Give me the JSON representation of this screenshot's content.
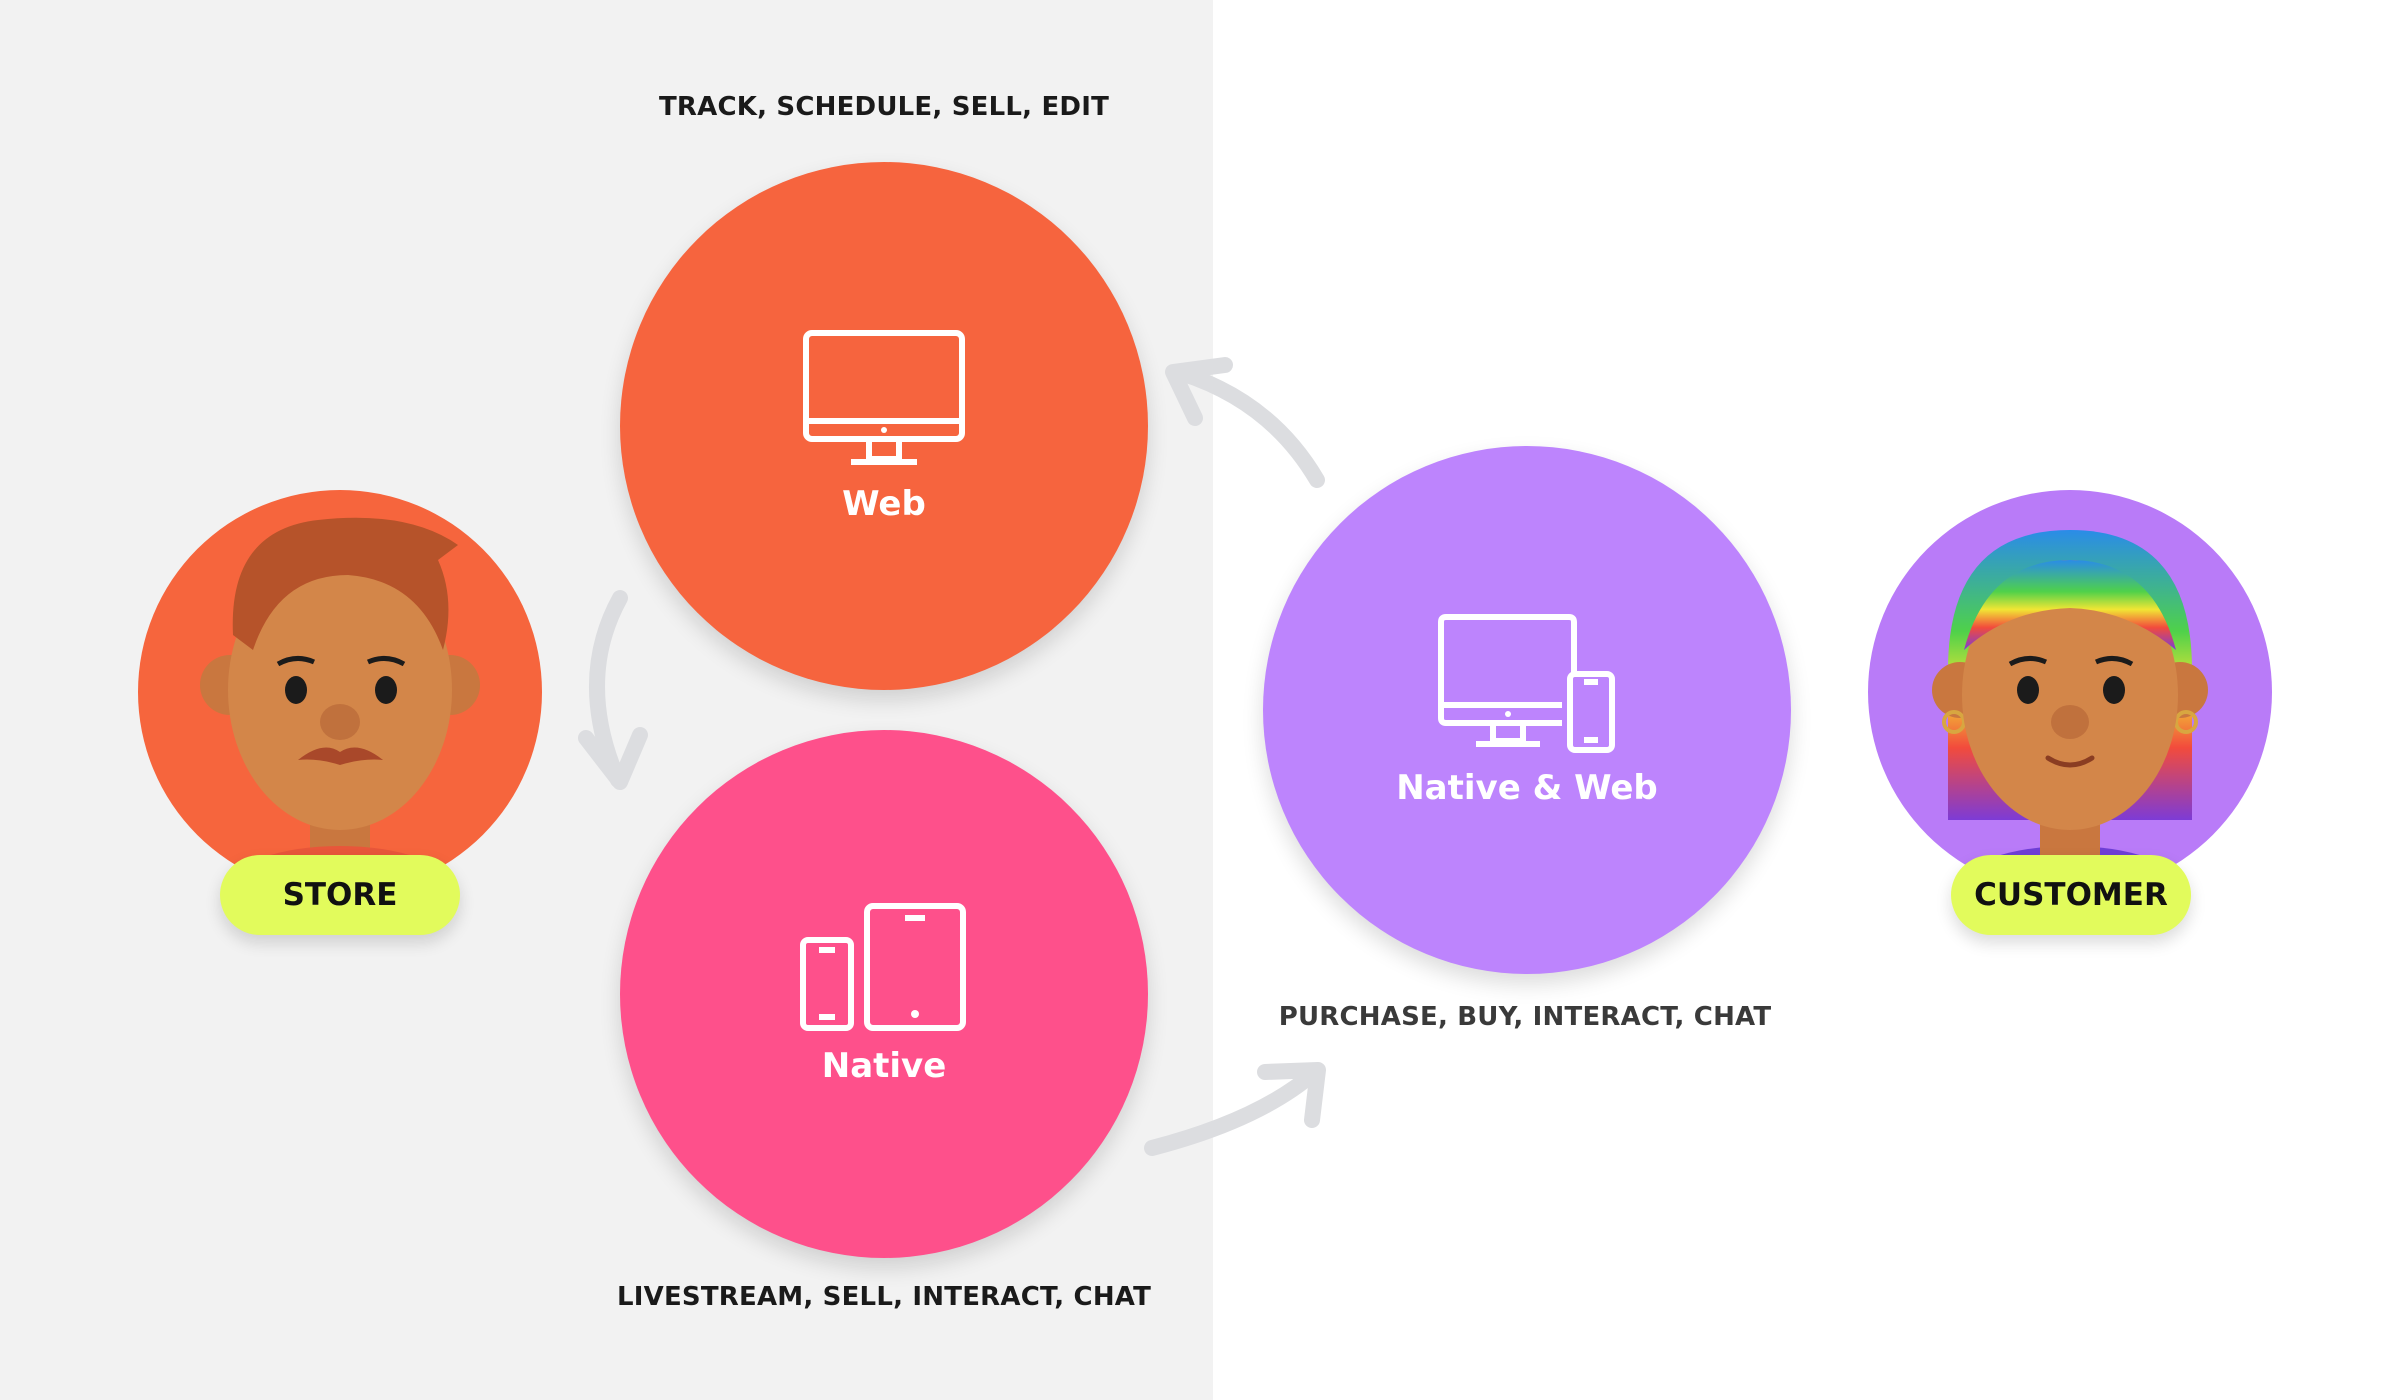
{
  "roles": {
    "store": {
      "label": "STORE",
      "avatar_icon": "man-avatar-icon",
      "color": "#f6653d"
    },
    "customer": {
      "label": "CUSTOMER",
      "avatar_icon": "woman-avatar-icon",
      "color": "#b97bf8"
    }
  },
  "nodes": {
    "web": {
      "label": "Web",
      "caption": "TRACK, SCHEDULE, SELL, EDIT",
      "icon": "monitor-icon",
      "color": "#f6643e"
    },
    "native": {
      "label": "Native",
      "caption": "LIVESTREAM, SELL, INTERACT, CHAT",
      "icon": "phone-tablet-icon",
      "color": "#fe508b"
    },
    "native_web": {
      "label": "Native & Web",
      "caption": "PURCHASE, BUY, INTERACT, CHAT",
      "icon": "monitor-phone-icon",
      "color": "#bd84fd"
    }
  },
  "colors": {
    "left_panel": "#f2f2f2",
    "pill": "#e2fb5c",
    "arrow": "#dcdde0"
  }
}
